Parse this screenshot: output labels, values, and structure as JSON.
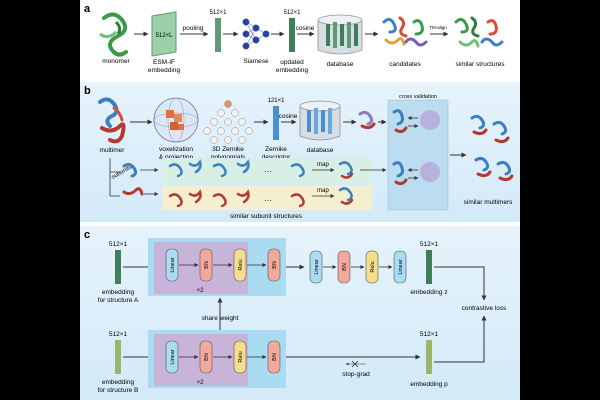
{
  "panel_a": {
    "letter": "a",
    "monomer_label": "monomer",
    "esm_box_text": "512×L",
    "esm_label_1": "ESM-IF",
    "esm_label_2": "embedding",
    "pooling_label": "pooling",
    "dim_pooled": "512×1",
    "siamese_label": "Siamese",
    "dim_updated": "512×1",
    "updated_label_1": "updated",
    "updated_label_2": "embedding",
    "cosine_label": "cosine",
    "database_label": "database",
    "candidates_label": "candidates",
    "tmalign_label": "TM-align",
    "similar_label": "similar structures"
  },
  "panel_b": {
    "letter": "b",
    "multimer_label": "multimer",
    "voxel_label_1": "voxelization",
    "voxel_label_2": "& projection",
    "zernike_poly_label_1": "3D Zernike",
    "zernike_poly_label_2": "polynomials",
    "dim_zernike": "121×1",
    "zernike_desc_label_1": "Zernike",
    "zernike_desc_label_2": "descriptor",
    "cosine_label": "cosine",
    "database_label": "database",
    "cross_validation_label": "cross validation",
    "subunits_label": "subunits",
    "map_label_1": "map",
    "map_label_2": "map",
    "ellipsis_1": "···",
    "ellipsis_2": "···",
    "similar_subunit_label": "similar subunit structures",
    "similar_multimers_label": "similar multimers"
  },
  "panel_c": {
    "letter": "c",
    "dim_a": "512×1",
    "embedding_a_label_1": "embedding",
    "embedding_a_label_2": "for structure A",
    "block_top": [
      "Linear",
      "BN",
      "Relu",
      "BN"
    ],
    "times_two_top": "×2",
    "block_pred": [
      "Linear",
      "BN",
      "Relu",
      "Linear"
    ],
    "dim_z": "512×1",
    "embedding_z_label": "embedding z",
    "share_weight_label": "share weight",
    "contrastive_label": "contrastive loss",
    "dim_b": "512×1",
    "embedding_b_label_1": "embedding",
    "embedding_b_label_2": "for structure B",
    "block_bottom": [
      "Linear",
      "BN",
      "Relu",
      "BN"
    ],
    "times_two_bottom": "×2",
    "stop_grad_label": "stop-grad",
    "dim_p": "512×1",
    "embedding_p_label": "embedding p"
  },
  "colors": {
    "panel_bg": "#dceefa",
    "linear": "#a9dcf2",
    "bn": "#f2a99b",
    "relu": "#f5dd8e",
    "block_purple": "#c8b3d9",
    "embed_green": "#5e9a74",
    "embed_olive": "#9bb56b"
  }
}
